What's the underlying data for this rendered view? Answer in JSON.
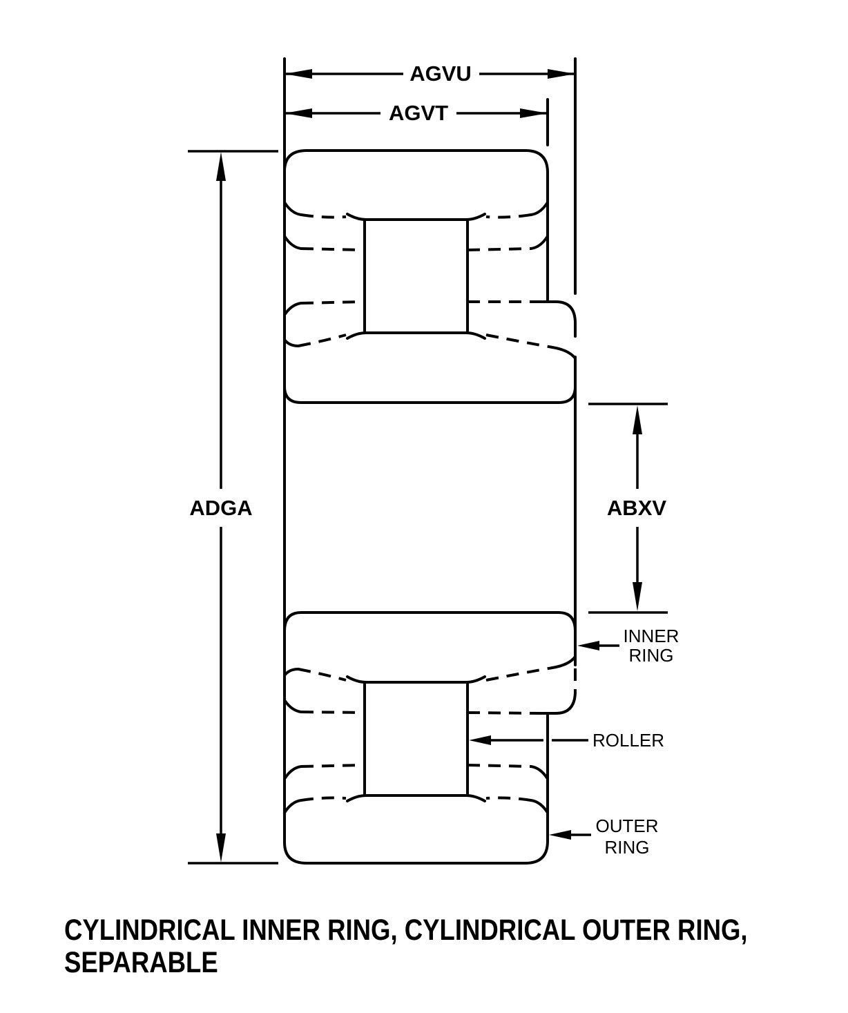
{
  "figure": {
    "background_color": "#ffffff",
    "line_color": "#000000",
    "dimensions": {
      "agvu": {
        "label": "AGVU"
      },
      "agvt": {
        "label": "AGVT"
      },
      "adga": {
        "label": "ADGA"
      },
      "abxv": {
        "label": "ABXV"
      }
    },
    "callouts": {
      "inner_ring": {
        "line1": "INNER",
        "line2": "RING"
      },
      "roller": {
        "label": "ROLLER"
      },
      "outer_ring": {
        "line1": "OUTER",
        "line2": "RING"
      }
    },
    "caption": {
      "line1": "CYLINDRICAL INNER RING, CYLINDRICAL OUTER RING,",
      "line2": "SEPARABLE"
    }
  }
}
